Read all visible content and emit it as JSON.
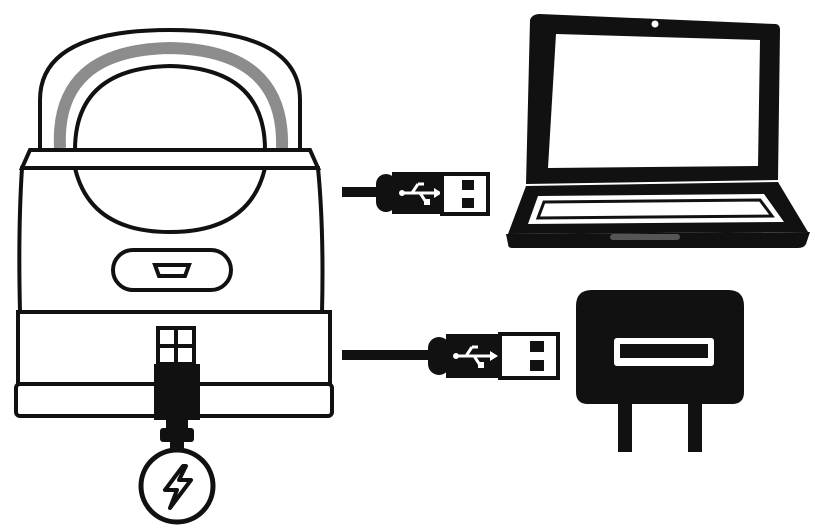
{
  "diagram": {
    "nodes": [
      {
        "id": "charging-dock",
        "icon": "charging-dock-icon"
      },
      {
        "id": "laptop",
        "icon": "laptop-icon"
      },
      {
        "id": "wall-adapter",
        "icon": "wall-adapter-icon"
      },
      {
        "id": "usb-plug-laptop",
        "icon": "usb-icon"
      },
      {
        "id": "usb-plug-adapter",
        "icon": "usb-icon"
      },
      {
        "id": "charging-indicator",
        "icon": "lightning-bolt-icon"
      }
    ],
    "edges": [
      {
        "from": "charging-dock",
        "to": "laptop",
        "via": "usb-plug-laptop"
      },
      {
        "from": "charging-dock",
        "to": "wall-adapter",
        "via": "usb-plug-adapter"
      },
      {
        "from": "charging-dock",
        "to": "charging-indicator",
        "via": "micro-usb-connector"
      }
    ],
    "colors": {
      "ink": "#111111",
      "ring": "#8c8c8c",
      "background": "#ffffff"
    }
  }
}
